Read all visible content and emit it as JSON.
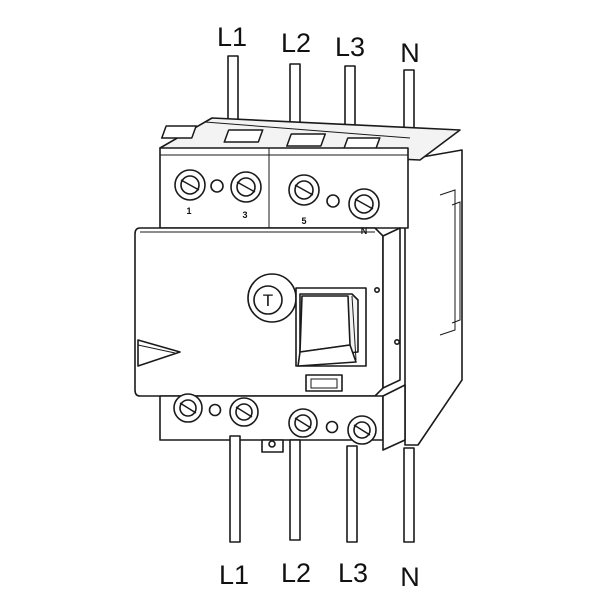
{
  "top_labels": [
    "L1",
    "L2",
    "L3",
    "N"
  ],
  "bottom_labels": [
    "L1",
    "L2",
    "L3",
    "N"
  ],
  "terminal_numbers": [
    "1",
    "3",
    "5",
    "N"
  ],
  "test_button_letter": "T"
}
